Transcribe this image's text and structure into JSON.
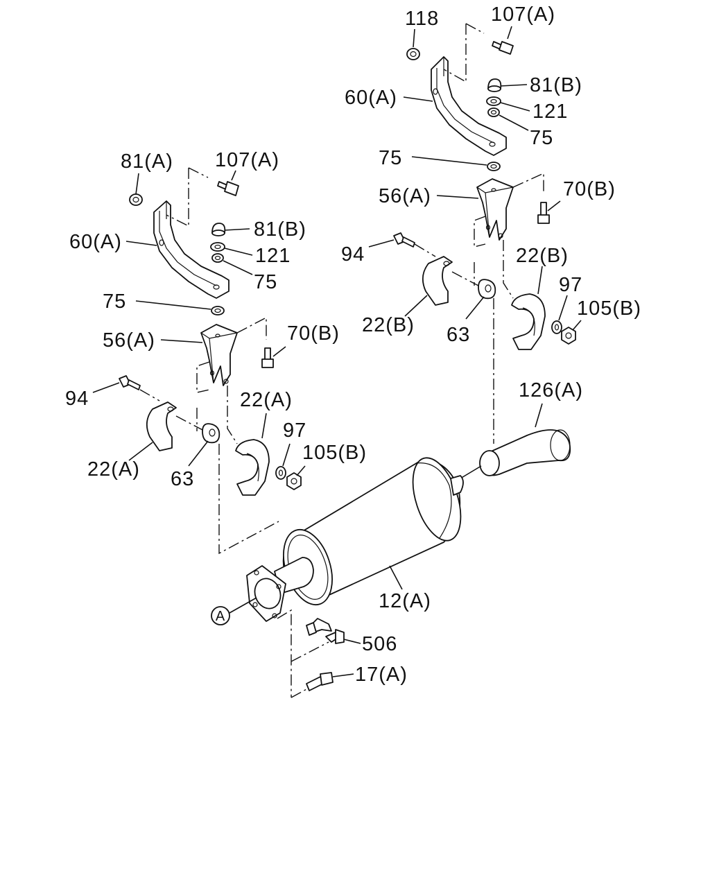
{
  "diagram": {
    "part_labels": {
      "p118": "118",
      "p107A_r": "107(A)",
      "p81B_r": "81(B)",
      "p60A_r": "60(A)",
      "p121_r": "121",
      "p75a_r": "75",
      "p75b_r": "75",
      "p56A_r": "56(A)",
      "p70B_r": "70(B)",
      "p94_r": "94",
      "p22B_r1": "22(B)",
      "p22B_r2": "22(B)",
      "p97_r": "97",
      "p105B_r": "105(B)",
      "p63_r": "63",
      "p126A": "126(A)",
      "p81A_l": "81(A)",
      "p107A_l": "107(A)",
      "p81B_l": "81(B)",
      "p60A_l": "60(A)",
      "p121_l": "121",
      "p75a_l": "75",
      "p75b_l": "75",
      "p56A_l": "56(A)",
      "p70B_l": "70(B)",
      "p94_l": "94",
      "p22A_l1": "22(A)",
      "p22A_l2": "22(A)",
      "p97_l": "97",
      "p105B_l": "105(B)",
      "p63_l": "63",
      "p12A": "12(A)",
      "p506": "506",
      "p17A": "17(A)"
    },
    "reference_marker": "A"
  }
}
